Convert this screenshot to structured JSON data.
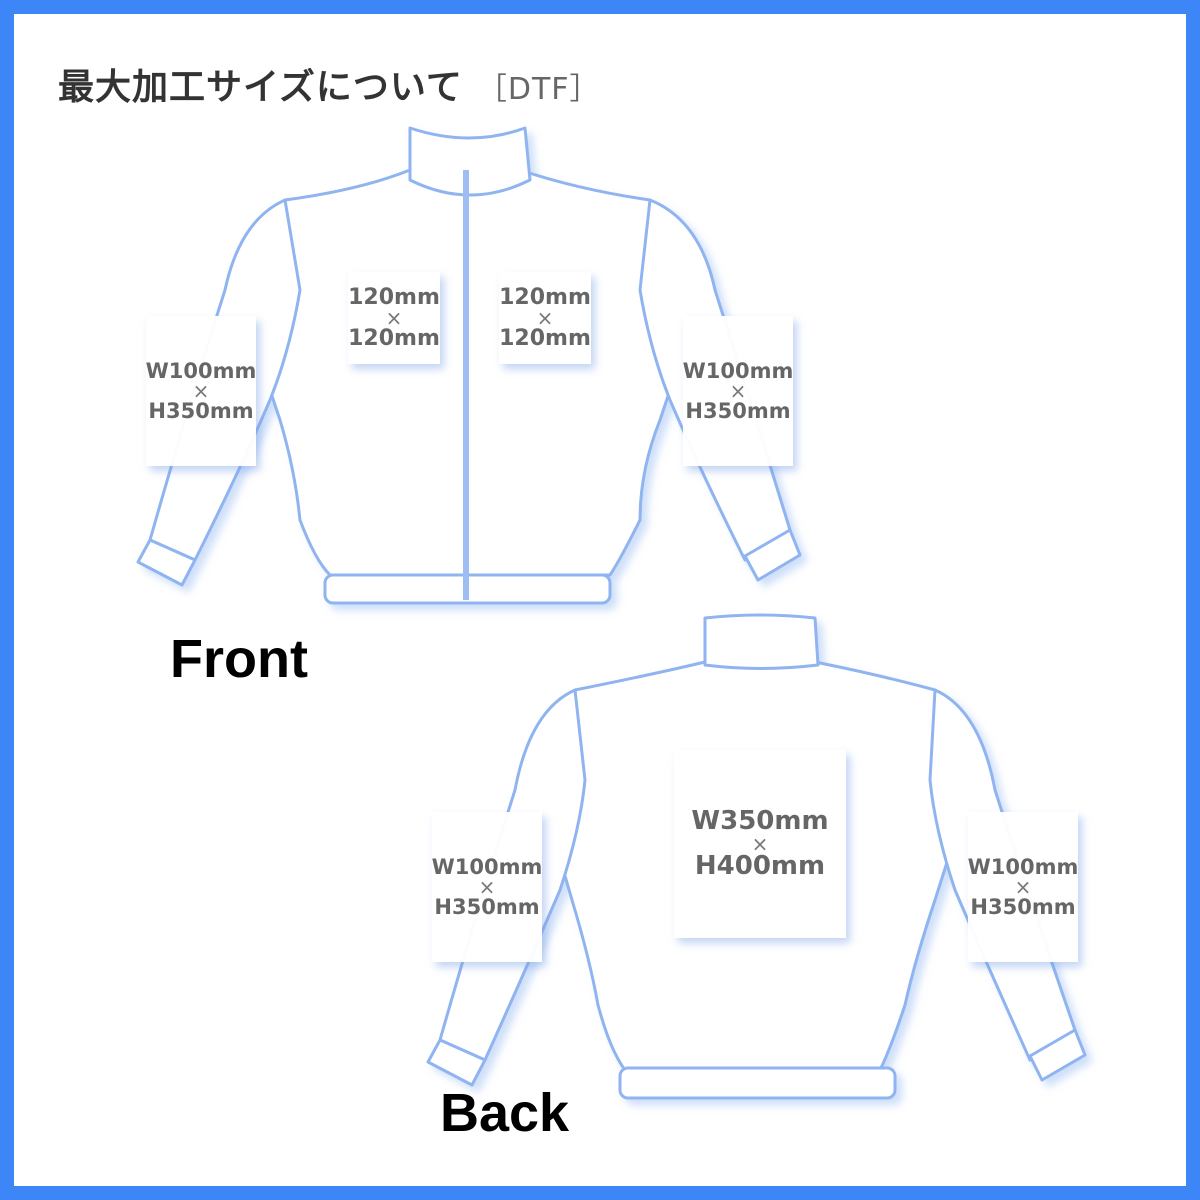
{
  "title": {
    "main": "最大加工サイズについて",
    "tag": "［DTF］"
  },
  "views": {
    "front": {
      "label": "Front",
      "areas": {
        "left_chest": {
          "w": "120mm",
          "x": "×",
          "h": "120mm"
        },
        "right_chest": {
          "w": "120mm",
          "x": "×",
          "h": "120mm"
        },
        "left_sleeve": {
          "w": "W100mm",
          "x": "×",
          "h": "H350mm"
        },
        "right_sleeve": {
          "w": "W100mm",
          "x": "×",
          "h": "H350mm"
        }
      }
    },
    "back": {
      "label": "Back",
      "areas": {
        "center": {
          "w": "W350mm",
          "x": "×",
          "h": "H400mm"
        },
        "left_sleeve": {
          "w": "W100mm",
          "x": "×",
          "h": "H350mm"
        },
        "right_sleeve": {
          "w": "W100mm",
          "x": "×",
          "h": "H350mm"
        }
      }
    }
  },
  "colors": {
    "frame": "#3d86f7",
    "outline": "#8fb4f0",
    "text": "#666666"
  }
}
